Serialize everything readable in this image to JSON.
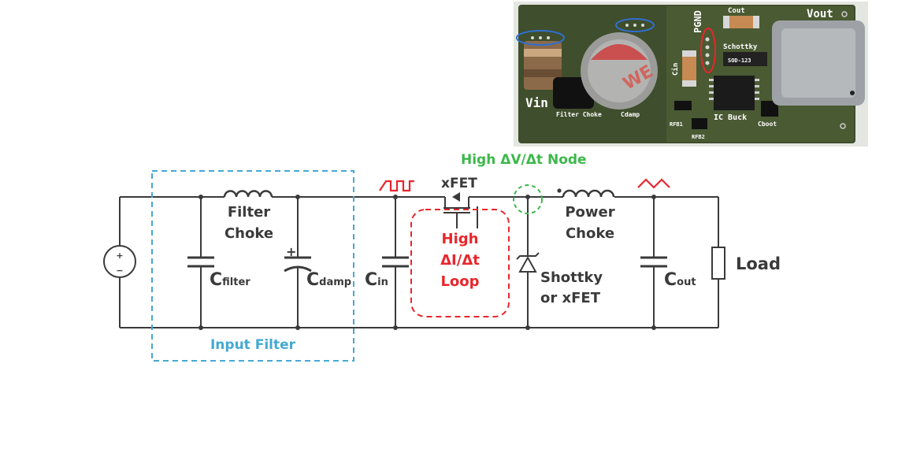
{
  "colors": {
    "wire": "#3a3a3a",
    "filter_box": "#45a9d3",
    "loop_red": "#e8262c",
    "node_green": "#3cb84a",
    "pcb_green": "#3f4e2c",
    "pcb_bg": "#e9ebe6"
  },
  "pcb": {
    "vout": "Vout",
    "pgnd": "PGND",
    "cout": "Cout",
    "schottky": "Schottky",
    "cin": "Cin",
    "vin": "Vin",
    "filter_choke": "Filter Choke",
    "cdamp": "Cdamp",
    "ic_buck": "IC Buck",
    "cboot": "Cboot",
    "rfb1": "RFB1",
    "rfb2": "RFB2",
    "diode_code": "SOD-123"
  },
  "schematic": {
    "node_title": "High ΔV/Δt Node",
    "xfet": "xFET",
    "filter_choke_1": "Filter",
    "filter_choke_2": "Choke",
    "power_choke_1": "Power",
    "power_choke_2": "Choke",
    "c_filter_main": "C",
    "c_filter_sub": "filter",
    "c_damp_main": "C",
    "c_damp_sub": "damp",
    "c_in_main": "C",
    "c_in_sub": "in",
    "c_out_main": "C",
    "c_out_sub": "out",
    "loop_1": "High",
    "loop_2": "ΔI/Δt",
    "loop_3": "Loop",
    "diode_1": "Shottky",
    "diode_2": "or xFET",
    "load": "Load",
    "input_filter": "Input Filter",
    "plus": "+",
    "minus": "−"
  }
}
